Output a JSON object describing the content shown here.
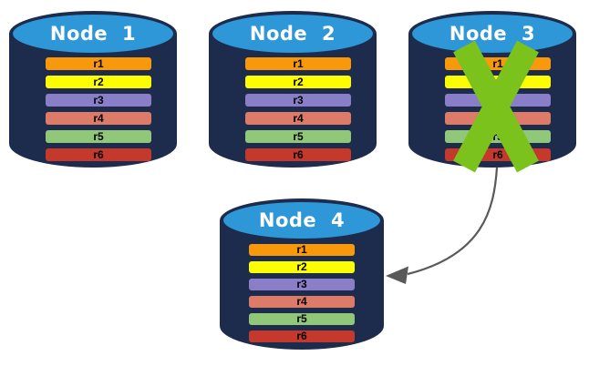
{
  "diagram": {
    "colors": {
      "cylinder_body": "#1D2C4C",
      "cylinder_top": "#2E97D8",
      "node_title_text": "#FFFFFF",
      "row_label_text": "#000000",
      "x_mark_green": "#7CC21C",
      "arrow_gray": "#595959",
      "bg": "#FFFFFF"
    },
    "nodes": [
      {
        "title": "Node 1",
        "rows": [
          {
            "label": "r1",
            "color": "#F8990B"
          },
          {
            "label": "r2",
            "color": "#FBFD00"
          },
          {
            "label": "r3",
            "color": "#8B7EC8"
          },
          {
            "label": "r4",
            "color": "#DD7B68"
          },
          {
            "label": "r5",
            "color": "#90C779"
          },
          {
            "label": "r6",
            "color": "#C4392B"
          }
        ]
      },
      {
        "title": "Node 2",
        "rows": [
          {
            "label": "r1",
            "color": "#F8990B"
          },
          {
            "label": "r2",
            "color": "#FBFD00"
          },
          {
            "label": "r3",
            "color": "#8B7EC8"
          },
          {
            "label": "r4",
            "color": "#DD7B68"
          },
          {
            "label": "r5",
            "color": "#90C779"
          },
          {
            "label": "r6",
            "color": "#C4392B"
          }
        ]
      },
      {
        "title": "Node 3",
        "rows": [
          {
            "label": "r1",
            "color": "#F8990B"
          },
          {
            "label": "r2",
            "color": "#FBFD00"
          },
          {
            "label": "r3",
            "color": "#8B7EC8"
          },
          {
            "label": "r4",
            "color": "#DD7B68"
          },
          {
            "label": "r5",
            "color": "#90C779"
          },
          {
            "label": "r6",
            "color": "#C4392B"
          }
        ]
      },
      {
        "title": "Node 4",
        "rows": [
          {
            "label": "r1",
            "color": "#F8990B"
          },
          {
            "label": "r2",
            "color": "#FBFD00"
          },
          {
            "label": "r3",
            "color": "#8B7EC8"
          },
          {
            "label": "r4",
            "color": "#DD7B68"
          },
          {
            "label": "r5",
            "color": "#90C779"
          },
          {
            "label": "r6",
            "color": "#C4392B"
          }
        ]
      }
    ],
    "x_mark": {
      "on_node": "Node 3"
    },
    "arrow": {
      "from_node": "Node 3",
      "to_node": "Node 4",
      "style": "curved"
    }
  }
}
